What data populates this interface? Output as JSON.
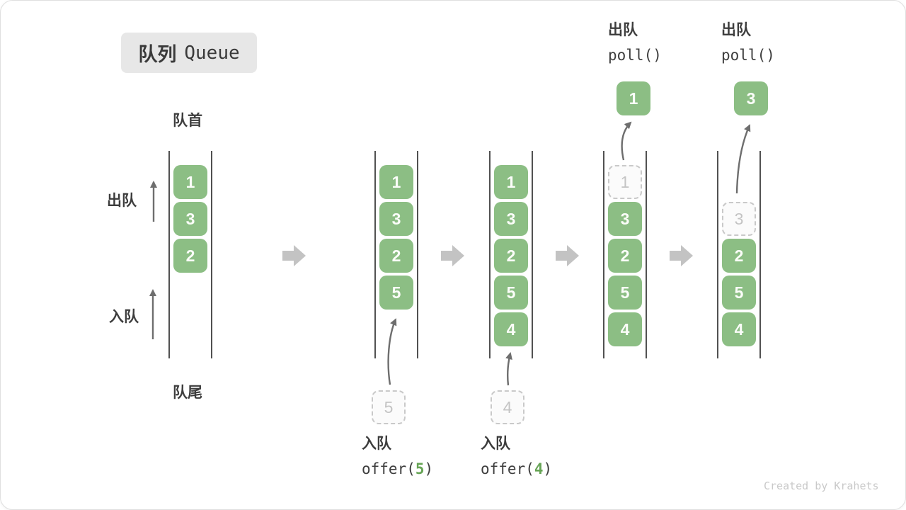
{
  "title": {
    "zh": "队列",
    "en": "Queue"
  },
  "side_labels": {
    "front": "队首",
    "rear": "队尾",
    "dequeue": "出队",
    "enqueue": "入队"
  },
  "watermark": "Created by Krahets",
  "colors": {
    "box_green": "#8cbe84",
    "code_arg_green": "#66a455",
    "block_arrow_gray": "#c3c3c3",
    "thin_arrow_gray": "#6e6e6e",
    "ghost_gray": "#c4c4c4",
    "text_dark": "#3d3d3d",
    "badge_bg": "#e7e7e7"
  },
  "states": [
    {
      "boxes": [
        "1",
        "3",
        "2"
      ]
    },
    {
      "boxes": [
        "1",
        "3",
        "2",
        "5"
      ],
      "incoming": "5",
      "op": {
        "label": "入队",
        "fn": "offer(",
        "arg": "5",
        "close": ")"
      }
    },
    {
      "boxes": [
        "1",
        "3",
        "2",
        "5",
        "4"
      ],
      "incoming": "4",
      "op": {
        "label": "入队",
        "fn": "offer(",
        "arg": "4",
        "close": ")"
      }
    },
    {
      "ghost": "1",
      "boxes": [
        "3",
        "2",
        "5",
        "4"
      ],
      "popped": "1",
      "op": {
        "label": "出队",
        "fn": "poll()"
      }
    },
    {
      "ghost": "3",
      "boxes": [
        "2",
        "5",
        "4"
      ],
      "popped": "3",
      "op": {
        "label": "出队",
        "fn": "poll()"
      }
    }
  ]
}
